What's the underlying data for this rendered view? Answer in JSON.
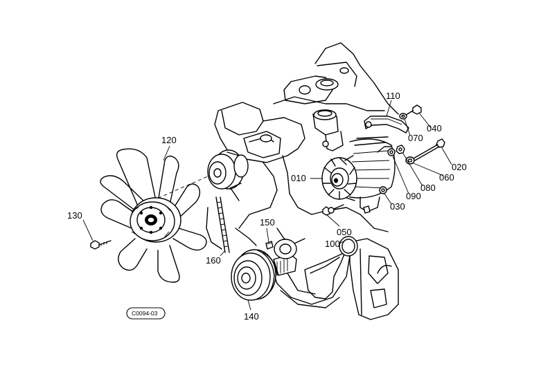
{
  "callouts": {
    "p010": "010",
    "p020": "020",
    "p030": "030",
    "p040": "040",
    "p050": "050",
    "p060": "060",
    "p070": "070",
    "p080": "080",
    "p090": "090",
    "p100": "100",
    "p110": "110",
    "p120": "120",
    "p130": "130",
    "p140": "140",
    "p150": "150",
    "p160": "160"
  },
  "figure_code": "C0094-03"
}
